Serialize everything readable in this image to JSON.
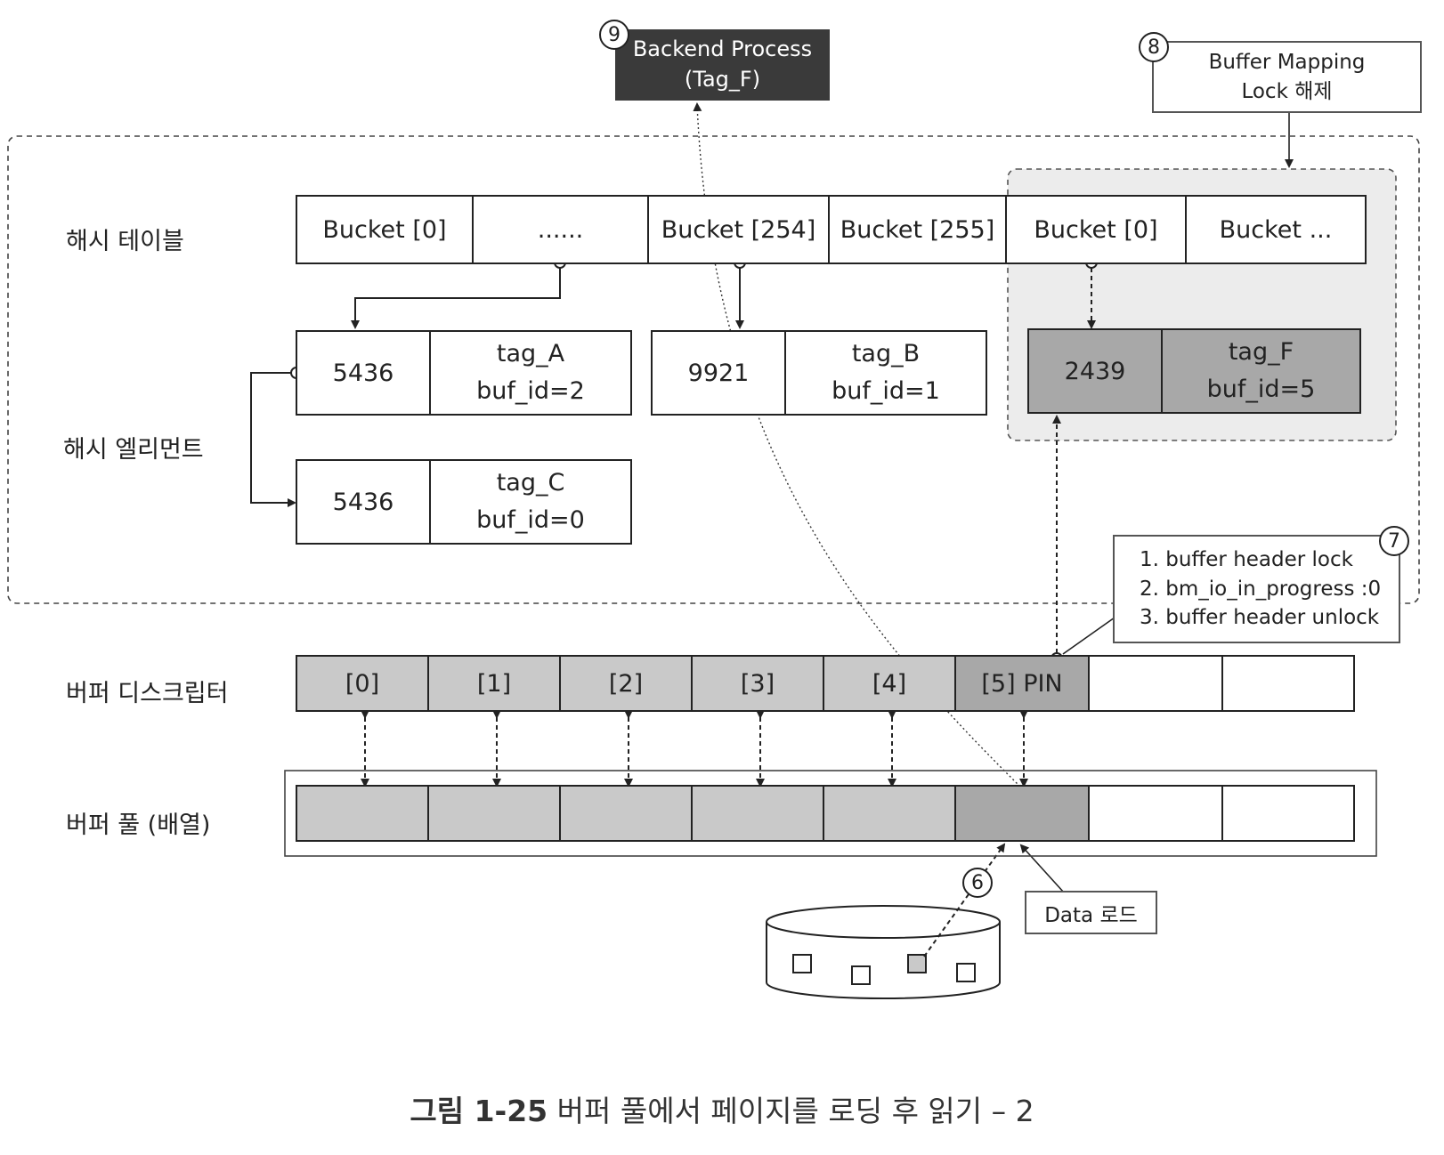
{
  "labels": {
    "hash_table": "해시 테이블",
    "hash_element": "해시 엘리먼트",
    "buffer_descriptor": "버퍼 디스크립터",
    "buffer_pool": "버퍼 풀 (배열)"
  },
  "buckets": [
    "Bucket [0]",
    "......",
    "Bucket [254]",
    "Bucket [255]",
    "Bucket [0]",
    "Bucket ..."
  ],
  "elements": [
    {
      "key": "5436",
      "tag": "tag_A",
      "buf": "buf_id=2"
    },
    {
      "key": "9921",
      "tag": "tag_B",
      "buf": "buf_id=1"
    },
    {
      "key": "2439",
      "tag": "tag_F",
      "buf": "buf_id=5"
    },
    {
      "key": "5436",
      "tag": "tag_C",
      "buf": "buf_id=0"
    }
  ],
  "descriptors": [
    "[0]",
    "[1]",
    "[2]",
    "[3]",
    "[4]",
    "[5] PIN",
    "",
    ""
  ],
  "backend": {
    "step": "9",
    "line1": "Backend Process",
    "line2": "(Tag_F)"
  },
  "mapping_lock": {
    "step": "8",
    "line1": "Buffer Mapping",
    "line2": "Lock 해제"
  },
  "header_note": {
    "step": "7",
    "items": [
      "1. buffer header lock",
      "2. bm_io_in_progress :0",
      "3. buffer header unlock"
    ]
  },
  "data_load": {
    "step": "6",
    "label": "Data 로드"
  },
  "caption": {
    "figure": "그림 1-25",
    "text": " 버퍼 풀에서 페이지를 로딩 후 읽기 – 2"
  },
  "colors": {
    "filled": "#c9c9c9",
    "pinned": "#a8a8a8",
    "backend_bg": "#3a3a3a",
    "region_bg": "#ececec"
  }
}
